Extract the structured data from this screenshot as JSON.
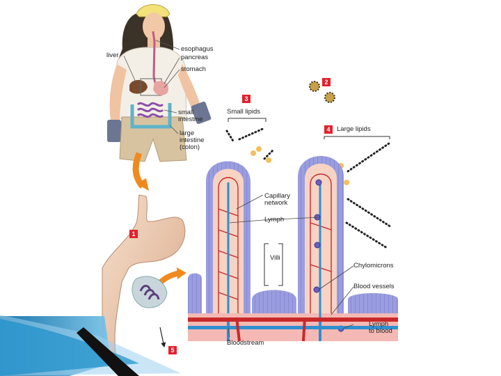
{
  "labels": {
    "liver": "liver",
    "esophagus": "esophagus",
    "pancreas": "pancreas",
    "stomach": "stomach",
    "small_intestine": "small\nintestine",
    "large_intestine": "large\nintestine\n(colon)",
    "small_lipids": "Small lipids",
    "large_lipids": "Large lipids",
    "capillary_network": "Capillary\nnetwork",
    "lymph": "Lymph",
    "villi": "Villi",
    "chylomicrons": "Chylomicrons",
    "blood_vessels": "Blood vessels",
    "lymph_to_blood": "Lymph\nto blood",
    "bloodstream": "Bloodstream"
  },
  "steps": [
    "1",
    "2",
    "3",
    "4",
    "5"
  ],
  "colors": {
    "accent_red": "#e2212b",
    "arrow_orange": "#f08a1e",
    "villus_purple": "#8d8fd6",
    "villus_pink": "#f4b9b4",
    "capillary_red": "#c8282a",
    "lymph_blue": "#2f8fd0",
    "slide_blue": "#1b8ec9"
  }
}
